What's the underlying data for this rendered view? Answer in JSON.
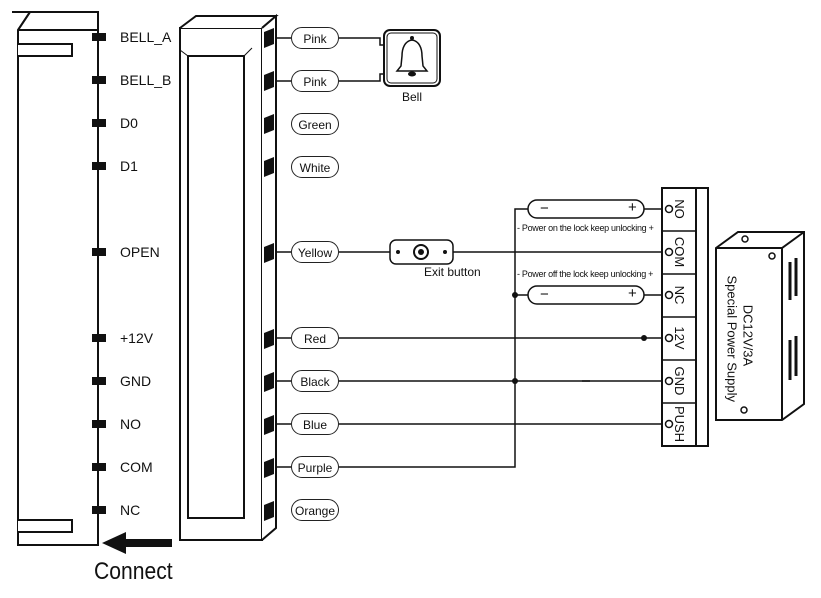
{
  "connector_pins": [
    "BELL_A",
    "BELL_B",
    "D0",
    "D1",
    "OPEN",
    "+12V",
    "GND",
    "NO",
    "COM",
    "NC"
  ],
  "wires": [
    "Pink",
    "Pink",
    "Green",
    "White",
    "Yellow",
    "Red",
    "Black",
    "Blue",
    "Purple",
    "Orange"
  ],
  "bell_label": "Bell",
  "exit_button_label": "Exit button",
  "terminals": [
    "NO",
    "COM",
    "NC",
    "12V",
    "GND",
    "PUSH"
  ],
  "lock_notes": {
    "unlock_on": "- Power on the lock keep unlocking +",
    "unlock_off": "- Power off the lock keep unlocking +"
  },
  "lock_polarity": {
    "minus": "−",
    "plus": "+"
  },
  "power_supply": {
    "line1": "DC12V/3A",
    "line2": "Special Power Supply"
  },
  "connect_label": "Connect"
}
